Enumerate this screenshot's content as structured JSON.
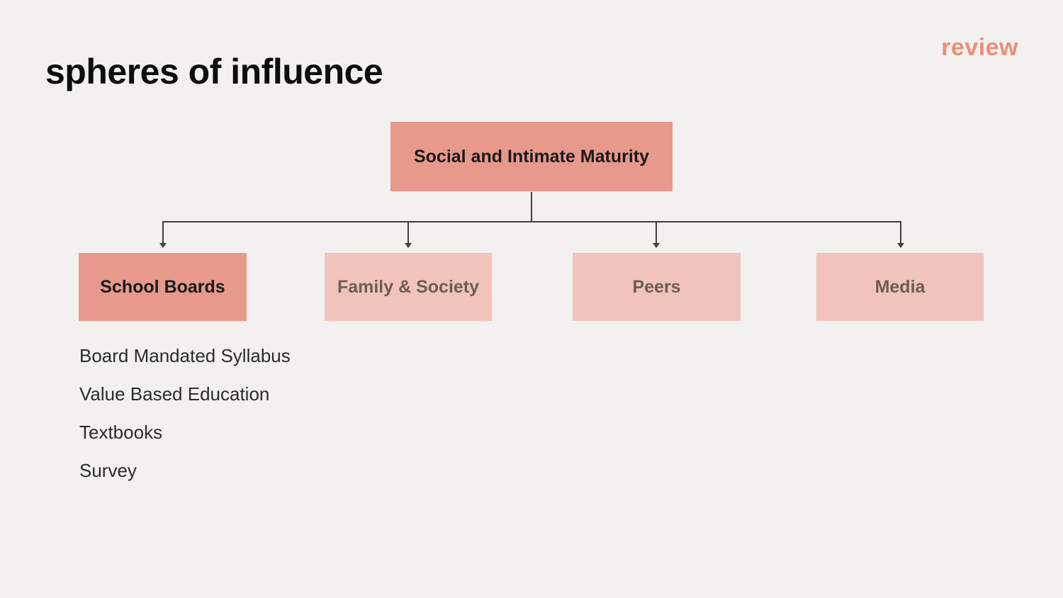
{
  "title": "spheres of influence",
  "review_label": "review",
  "diagram": {
    "type": "tree",
    "root": {
      "label": "Social and Intimate Maturity"
    },
    "children": [
      {
        "label": "School Boards",
        "style": "primary"
      },
      {
        "label": "Family & Society",
        "style": "secondary"
      },
      {
        "label": "Peers",
        "style": "secondary"
      },
      {
        "label": "Media",
        "style": "secondary"
      }
    ],
    "school_boards_notes": [
      "Board Mandated Syllabus",
      "Value Based Education",
      "Textbooks",
      "Survey"
    ]
  },
  "colors": {
    "background": "#F2F1EF",
    "accent_strong": "#E7998B",
    "accent_soft": "#F0C3BC",
    "review_text": "#EC8E79",
    "connector": "#3F3F3F",
    "text_dark": "#1A1A1A",
    "text_muted": "#6E5C58",
    "text_body": "#2B2B2B"
  }
}
